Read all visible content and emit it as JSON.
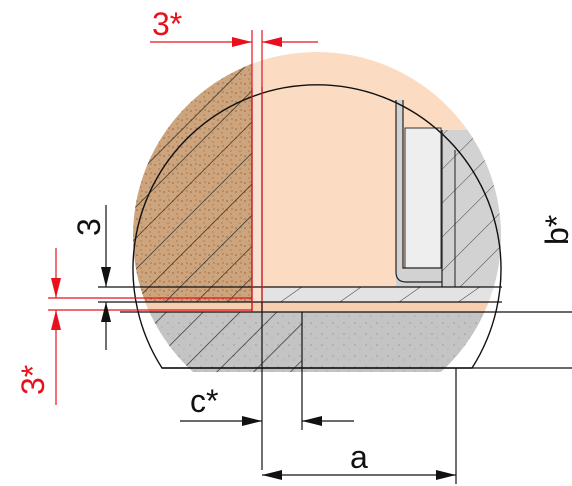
{
  "labels": {
    "top_red": "3*",
    "left_black": "3",
    "left_red": "3*",
    "bottom_c": "c*",
    "bottom_a": "a",
    "right_b": "b*"
  },
  "colors": {
    "red": "#e8101c",
    "line": "#000000",
    "wood": "#cda47c",
    "panel": "#fbdcc3",
    "concrete": "#c4c4c4",
    "steel": "#d2d2d2",
    "board": "#eeeeee"
  }
}
